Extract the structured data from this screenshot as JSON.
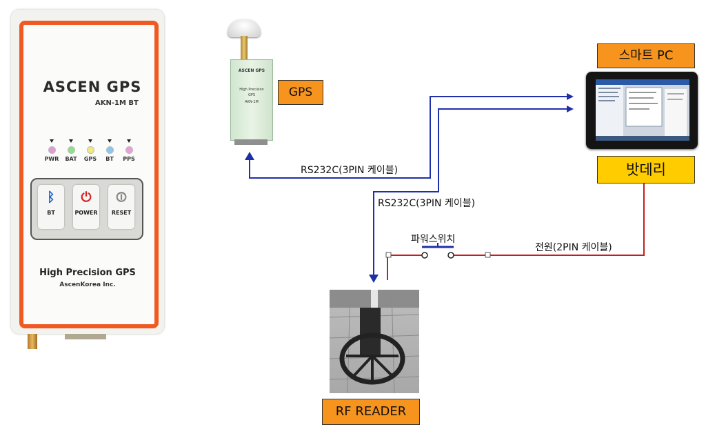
{
  "device": {
    "brand": "ASCEN GPS",
    "model": "AKN-1M BT",
    "leds": [
      {
        "label": "PWR",
        "color": "#e39bd4"
      },
      {
        "label": "BAT",
        "color": "#8fe08a"
      },
      {
        "label": "GPS",
        "color": "#f2ea7a"
      },
      {
        "label": "BT",
        "color": "#88c8f0"
      },
      {
        "label": "PPS",
        "color": "#e8a0d6"
      }
    ],
    "buttons": [
      {
        "label": "BT",
        "icon": "bluetooth-icon",
        "color": "#1a5fd0"
      },
      {
        "label": "POWER",
        "icon": "power-icon",
        "color": "#d62020"
      },
      {
        "label": "RESET",
        "icon": "reset-icon",
        "color": "#888888"
      }
    ],
    "title": "High Precision GPS",
    "company": "AscenKorea Inc."
  },
  "module": {
    "brand": "ASCEN GPS",
    "line1": "High Precision",
    "line2": "GPS",
    "line3": "AKN-1M"
  },
  "labels": {
    "gps": "GPS",
    "smart_pc": "스마트 PC",
    "battery": "밧데리",
    "rf_reader": "RF READER"
  },
  "wires": {
    "rs232_gps": "RS232C(3PIN 케이블)",
    "rs232_rf": "RS232C(3PIN 케이블)",
    "power_switch": "파워스위치",
    "power_cable": "전원(2PIN 케이블)"
  },
  "colors": {
    "data_line": "#1f2fa8",
    "power_line": "#c41e1e",
    "orange": "#f7941d",
    "yellow": "#ffcc00",
    "device_border": "#f05a22"
  }
}
